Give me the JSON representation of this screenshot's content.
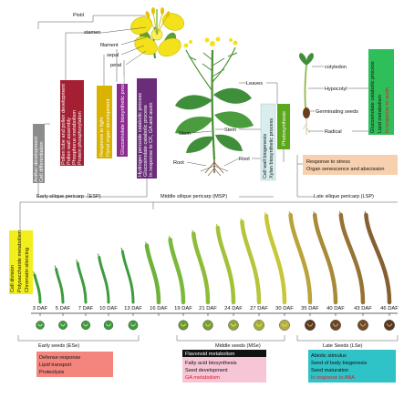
{
  "flower_parts": {
    "pistil": "Pistil",
    "stamen": "stamen",
    "filament": "filament",
    "sepal": "sepal",
    "petal": "petal"
  },
  "plant_parts": {
    "leaves": "Leaves",
    "stem_a": "Stem",
    "stem_b": "Stem",
    "root_a": "Root",
    "root_b": "Root"
  },
  "seedling_parts": {
    "cotyledon": "cotyledon",
    "hypocotyl": "Hypocotyl",
    "germinating": "Germinating seeds",
    "radical": "Radical"
  },
  "function_boxes": [
    {
      "lines": [
        "Anther development",
        "Cell differentiation"
      ],
      "fill": "#8c8c8c",
      "text_color": "#ffffff"
    },
    {
      "lines": [
        "Pollen tube and pollen development",
        "Pollen wall assembly",
        "Phosphorus metabolism",
        "Protein phosphorylation"
      ],
      "fill": "#a51f32",
      "text_color": "#ffffff"
    },
    {
      "lines": [
        "Response to light",
        "Floral organ development"
      ],
      "fill": "#d9b300",
      "text_color": "#ffffff"
    },
    {
      "lines": [
        "Glucosinolate biosynthetic process"
      ],
      "fill": "#8a2d8f",
      "text_color": "#ffffff"
    },
    {
      "lines": [
        "Hydrogen peroxide catabolic process",
        "Glucosinolate catabolic process",
        "In response to CK, GA and auxin"
      ],
      "fill": "#6b2d7a",
      "text_color": "#ffffff"
    },
    {
      "lines": [
        "Cell wall biogenesis",
        "Xylan biosynthetic process"
      ],
      "fill": "#d8eeee",
      "text_color": "#111111"
    },
    {
      "lines": [
        "Photosynthesis"
      ],
      "fill": "#5aa81c",
      "text_color": "#ffffff"
    },
    {
      "lines": [
        "Glucosinolate catabolic process",
        "Lipid metabolism",
        "In response to auxin"
      ],
      "fill": "#2fbf5a",
      "text_color_main": "#111111",
      "text_color_last": "#e0182d"
    },
    {
      "lines": [
        "Cell division",
        "Polysaccharide metabolism",
        "Chromatin silencing"
      ],
      "fill": "#f2ef1c",
      "text_color": "#111111"
    },
    {
      "lines": [
        "Response to stress",
        "Organ senescence and abscission"
      ],
      "fill": "#f7d0b0",
      "text_color": "#111111"
    }
  ],
  "pericarp_labels": {
    "esp": "Early silique pericarp（ESP)",
    "msp": "Middle silique pericarp (MSP)",
    "lsp": "Late silique pericarp (LSP)"
  },
  "daf_labels": [
    "3 DAF",
    "5 DAF",
    "7 DAF",
    "10 DAF",
    "13 DAF",
    "16 DAF",
    "19 DAF",
    "21 DAF",
    "24 DAF",
    "27 DAF",
    "30 DAF",
    "35 DAF",
    "40 DAF",
    "43 DAF",
    "46 DAF"
  ],
  "silique_colors": [
    "#3e9b3e",
    "#3e9b3e",
    "#3e9b3e",
    "#3e9b3e",
    "#3e9b3e",
    "#6fb23a",
    "#7cb83a",
    "#8dbd38",
    "#a1c239",
    "#b6c53a",
    "#c7c738",
    "#b9a33a",
    "#a88a37",
    "#977235",
    "#866032"
  ],
  "seed_colors": [
    "#3f9a3f",
    "#3f9a3f",
    "#3f9a3f",
    "#3f9a3f",
    "#3f9a3f",
    "#6d9a2e",
    "#7a9f30",
    "#93a532",
    "#a6ad36",
    "#b5ad3c",
    "#5a3b22",
    "#6a4628",
    "#704a2a",
    "#5a3820"
  ],
  "seed_labels": {
    "early": "Early seeds (ESe)",
    "middle": "Middle seeds (MSe)",
    "late": "Late Seeds (LSe)"
  },
  "seed_boxes": {
    "early": {
      "lines": [
        "Defense response",
        "Lipid transport",
        "Proteolysis"
      ],
      "fill": "#f4857c"
    },
    "middle_header": {
      "lines": [
        "Flavonoid metabolism"
      ],
      "fill": "#111111"
    },
    "middle": {
      "lines": [
        "Fatty acid biosynthesis",
        "Seed development",
        "GA metabolism"
      ],
      "fill": "#f6c6d6",
      "last_color": "#e0182d"
    },
    "late": {
      "lines": [
        "Abiotic stimulus",
        "Seed of body biogenesis",
        "Seed maturation",
        "In response to ABA"
      ],
      "fill": "#2fc2c6",
      "last_color": "#e0182d"
    }
  },
  "colors": {
    "flower_yellow": "#f3e21b",
    "leaf_green": "#3f8f3a",
    "axis": "#333333"
  }
}
